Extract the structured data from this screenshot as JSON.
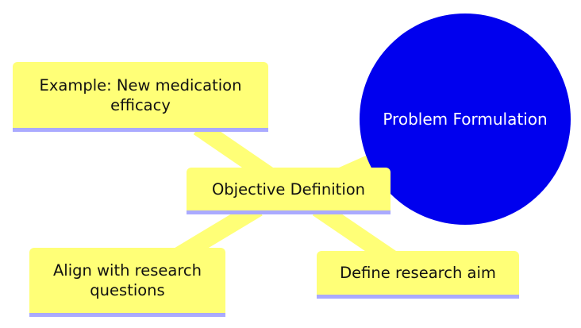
{
  "diagram": {
    "type": "mind-map",
    "root": {
      "label": "Problem Formulation",
      "color": "#0000ee",
      "text_color": "#ffffff"
    },
    "nodes": [
      {
        "id": "objective",
        "label": "Objective Definition",
        "parent": "root"
      },
      {
        "id": "example",
        "label": "Example: New medication efficacy",
        "parent": "objective"
      },
      {
        "id": "align",
        "label": "Align with research questions",
        "parent": "objective"
      },
      {
        "id": "aim",
        "label": "Define research aim",
        "parent": "objective"
      }
    ],
    "colors": {
      "node_fill": "#ffff77",
      "node_underline": "#aaaaff",
      "edge": "#ffff77"
    }
  }
}
